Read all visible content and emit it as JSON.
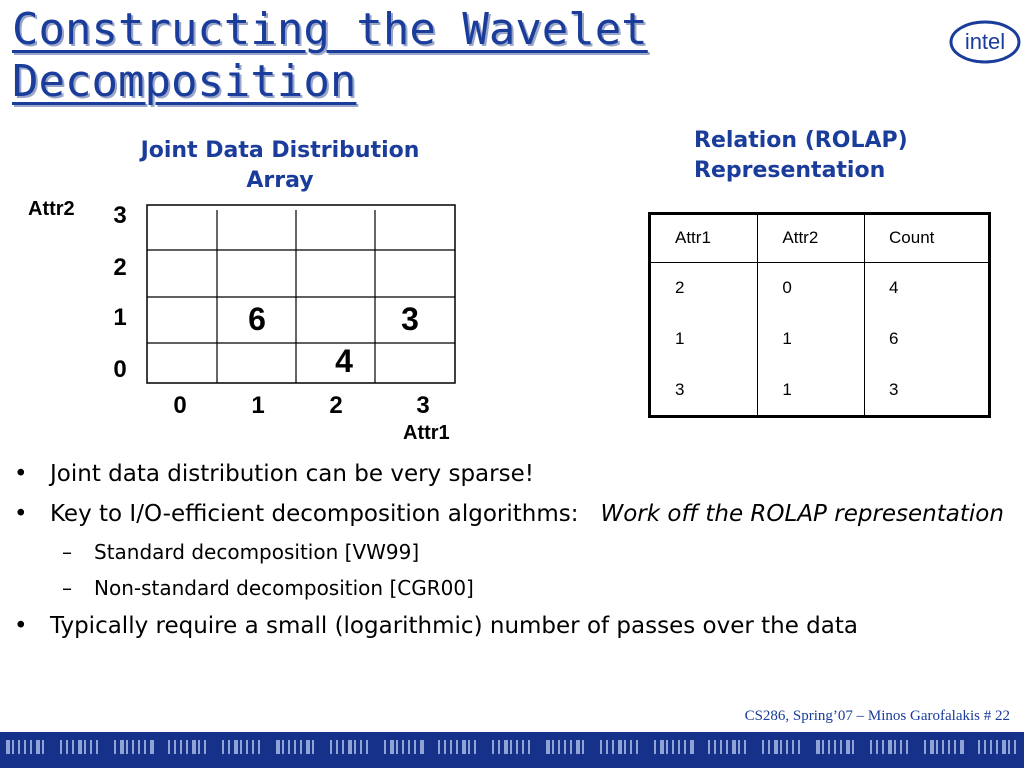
{
  "title": {
    "line1": "Constructing the Wavelet",
    "line2": "Decomposition"
  },
  "logo": {
    "text": "intel"
  },
  "array": {
    "title_line1": "Joint  Data Distribution",
    "title_line2": "Array",
    "y_axis_label": "Attr2",
    "x_axis_label": "Attr1",
    "y_ticks": [
      "3",
      "2",
      "1",
      "0"
    ],
    "x_ticks": [
      "0",
      "1",
      "2",
      "3"
    ],
    "cells": [
      {
        "attr1": 1,
        "attr2": 1,
        "value": "6"
      },
      {
        "attr1": 3,
        "attr2": 1,
        "value": "3"
      },
      {
        "attr1": 2,
        "attr2": 0,
        "value": "4"
      }
    ]
  },
  "relation": {
    "title_line1": "Relation (ROLAP)",
    "title_line2": "Representation",
    "headers": [
      "Attr1",
      "Attr2",
      "Count"
    ],
    "rows": [
      [
        "2",
        "0",
        "4"
      ],
      [
        "1",
        "1",
        "6"
      ],
      [
        "3",
        "1",
        "3"
      ]
    ]
  },
  "bullets": {
    "b1": "Joint data distribution can be very sparse!",
    "b2_text": "Key to I/O-efficient decomposition algorithms:",
    "b2_italic": "Work  off the ROLAP representation",
    "sub1": "Standard decomposition [VW99]",
    "sub2": "Non-standard decomposition [CGR00]",
    "b3": "Typically require a small (logarithmic) number of passes over the data",
    "bullet_glyph": "•",
    "dash_glyph": "–"
  },
  "footer": {
    "text": "CS286, Spring’07 – Minos Garofalakis   # 22"
  },
  "colors": {
    "title": "#1a3c9a",
    "accent_bar": "#16318a"
  }
}
